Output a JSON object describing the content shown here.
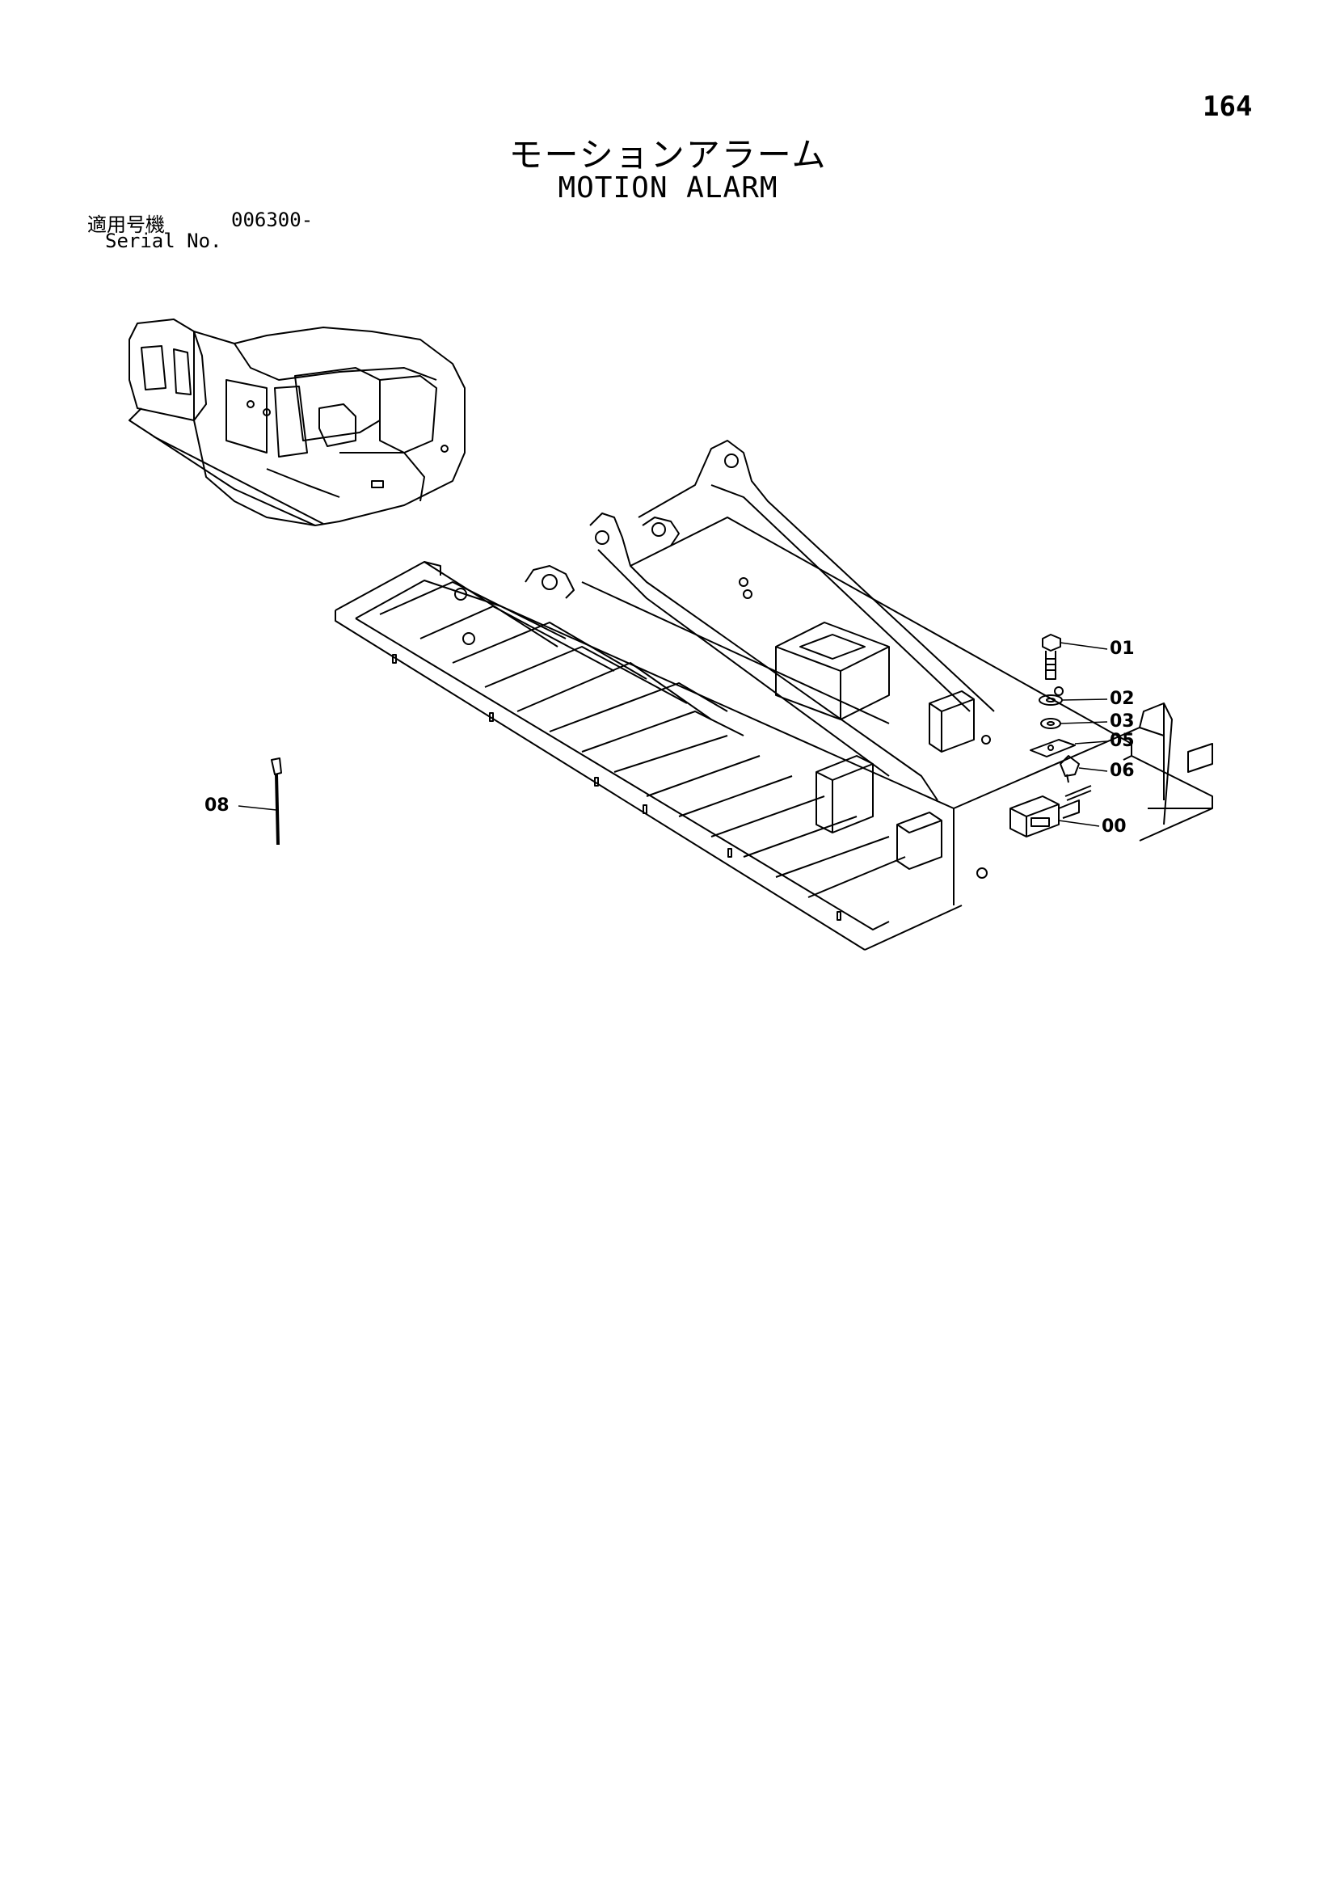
{
  "page_number": "164",
  "title_jp": "モーションアラーム",
  "title_en": "MOTION ALARM",
  "serial": {
    "label_jp": "適用号機",
    "value": "006300-",
    "label_en": "Serial No."
  },
  "callouts": {
    "c01": "01",
    "c02": "02",
    "c03": "03",
    "c05": "05",
    "c06": "06",
    "c00": "00",
    "c08": "08"
  }
}
